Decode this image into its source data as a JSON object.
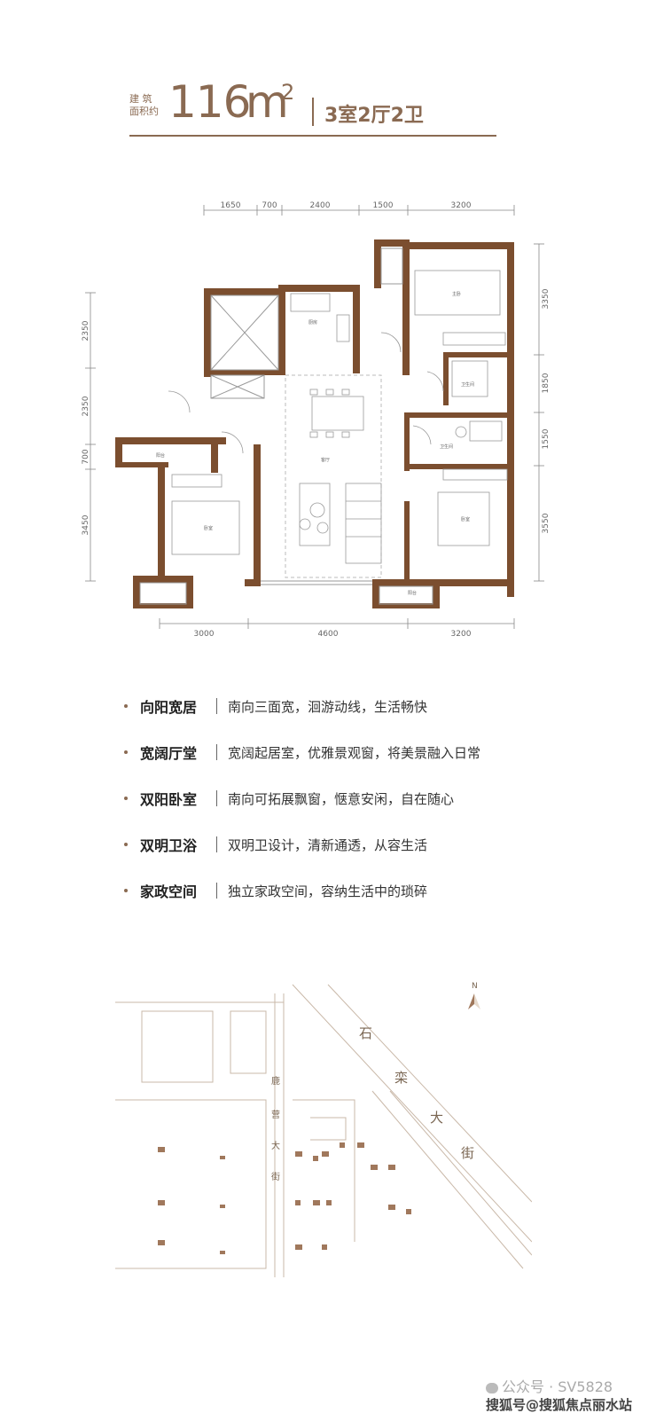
{
  "header": {
    "area_label_line1": "建 筑",
    "area_label_line2": "面积约",
    "area_value": "116",
    "area_unit": "m",
    "area_sup": "2",
    "layout": "3室2厅2卫"
  },
  "floorplan": {
    "dims_top": [
      "1650",
      "700",
      "2400",
      "1500",
      "3200"
    ],
    "dims_bottom": [
      "3000",
      "4600",
      "3200"
    ],
    "dims_left": [
      "2350",
      "2350",
      "700",
      "3450"
    ],
    "dims_right": [
      "3350",
      "1850",
      "1550",
      "3550"
    ],
    "room_labels": [
      "厨房",
      "客厅",
      "卧室",
      "卧室",
      "主卧",
      "卫生间",
      "卫生间",
      "阳台",
      "阳台"
    ]
  },
  "features": [
    {
      "title": "向阳宽居",
      "desc": "南向三面宽，洄游动线，生活畅快"
    },
    {
      "title": "宽阔厅堂",
      "desc": "宽阔起居室，优雅景观窗，将美景融入日常"
    },
    {
      "title": "双阳卧室",
      "desc": "南向可拓展飘窗，惬意安闲，自在随心"
    },
    {
      "title": "双明卫浴",
      "desc": "双明卫设计，清新通透，从容生活"
    },
    {
      "title": "家政空间",
      "desc": "独立家政空间，容纳生活中的琐碎"
    }
  ],
  "map": {
    "north": "N",
    "road1": [
      "石",
      "栾",
      "大",
      "街"
    ],
    "road2": [
      "鹿",
      "营",
      "大",
      "街"
    ]
  },
  "footer": {
    "wechat": "公众号 · SV5828",
    "source": "搜狐号@搜狐焦点丽水站"
  },
  "colors": {
    "accent": "#8a6a52",
    "wall": "#7b4e2f"
  }
}
